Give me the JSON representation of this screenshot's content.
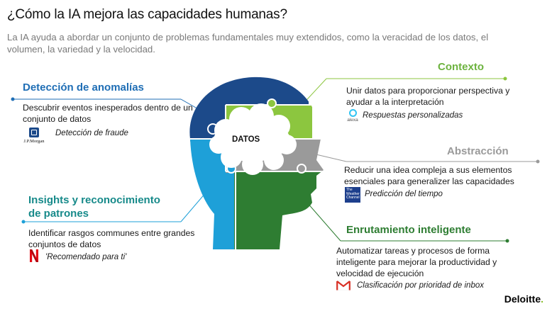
{
  "title": "¿Cómo la IA mejora las capacidades humanas?",
  "subtitle": "La IA ayuda a abordar un conjunto de problemas fundamentales muy extendidos, como la veracidad de los datos, el volumen, la variedad y la velocidad.",
  "center_label": "DATOS",
  "sections": {
    "anomalias": {
      "heading": "Detección de anomalías",
      "description": "Descubrir eventos inesperados dentro de un conjunto de datos",
      "example": "Detección de fraude",
      "logo_text": "J.P.Morgan",
      "color": "#1f6eb5"
    },
    "insights": {
      "heading_line1": "Insights y reconocimiento",
      "heading_line2": "de patrones",
      "description": "Identificar rasgos communes entre grandes conjuntos de datos",
      "example": "'Recomendado para ti'",
      "color": "#1ea0d8"
    },
    "contexto": {
      "heading": "Contexto",
      "description": "Unir datos para proporcionar perspectiva y ayudar a la interpretación",
      "example": "Respuestas personalizadas",
      "logo_text": "alexa",
      "color": "#8cc63f"
    },
    "abstraccion": {
      "heading": "Abstracción",
      "description": "Reducir una idea compleja a sus elementos esenciales para generalizer las capacidades",
      "example": "Predicción del tiempo",
      "logo_text": "The Weather Channel",
      "color": "#9a9a9a"
    },
    "enrutamiento": {
      "heading": "Enrutamiento inteligente",
      "description": "Automatizar tareas y procesos de forma inteligente para mejorar la productividad y velocidad de ejecución",
      "example": "Clasificación por prioridad de inbox",
      "color": "#2e7d32"
    }
  },
  "brand": {
    "name": "Deloitte",
    "dot": ".",
    "accent": "#86bc25"
  }
}
